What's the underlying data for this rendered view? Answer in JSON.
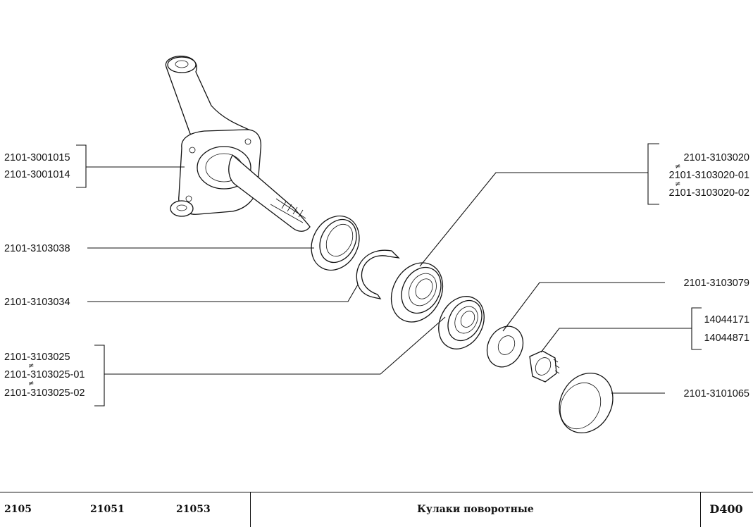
{
  "labels": {
    "knuckle_a": "2101-3001015",
    "knuckle_b": "2101-3001014",
    "seal": "2101-3103038",
    "ring": "2101-3103034",
    "inner_bearing": [
      "2101-3103025",
      "2101-3103025-01",
      "2101-3103025-02"
    ],
    "outer_bearing": [
      "2101-3103020",
      "2101-3103020-01",
      "2101-3103020-02"
    ],
    "washer": "2101-3103079",
    "nut": [
      "14044171",
      "14044871"
    ],
    "cap": "2101-3101065",
    "not_equal_symbol": "≠"
  },
  "footer": {
    "models": [
      "2105",
      "21051",
      "21053"
    ],
    "title": "Кулаки поворотные",
    "code": "D400"
  }
}
